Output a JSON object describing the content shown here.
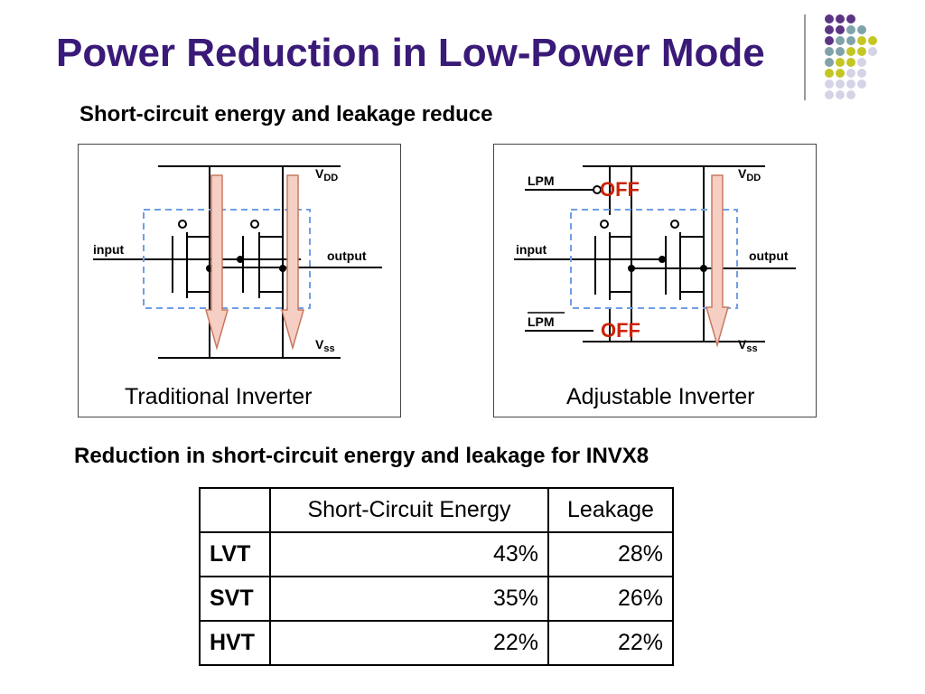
{
  "slide": {
    "title": "Power Reduction in Low-Power Mode",
    "subtitle": "Short-circuit energy and leakage reduce",
    "table_caption": "Reduction in short-circuit energy and leakage for INVX8"
  },
  "colors": {
    "title": "#3a1a78",
    "off_label": "#cc2200",
    "dashed_box": "#6f9ee6",
    "arrow_fill": "#f6cfc4",
    "arrow_stroke": "#c87860",
    "dot_purple": "#5b3584",
    "dot_teal": "#7fa3a9",
    "dot_yellow": "#c4c624",
    "dot_lavender": "#d4d4e6"
  },
  "diagrams": {
    "traditional": {
      "caption": "Traditional Inverter",
      "input_label": "input",
      "output_label": "output",
      "vdd_main": "V",
      "vdd_sub": "DD",
      "vss_main": "V",
      "vss_sub": "ss"
    },
    "adjustable": {
      "caption": "Adjustable Inverter",
      "input_label": "input",
      "output_label": "output",
      "lpm_top": "LPM",
      "lpm_bottom": "LPM",
      "off_top": "OFF",
      "off_bottom": "OFF",
      "vdd_main": "V",
      "vdd_sub": "DD",
      "vss_main": "V",
      "vss_sub": "ss"
    }
  },
  "table": {
    "headers": [
      "Short-Circuit Energy",
      "Leakage"
    ],
    "rows": [
      {
        "label": "LVT",
        "sce": "43%",
        "leak": "28%"
      },
      {
        "label": "SVT",
        "sce": "35%",
        "leak": "26%"
      },
      {
        "label": "HVT",
        "sce": "22%",
        "leak": "22%"
      }
    ]
  }
}
